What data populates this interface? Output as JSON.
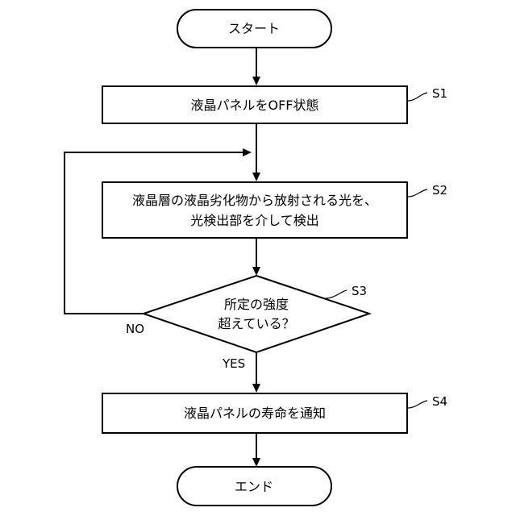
{
  "flowchart": {
    "start_label": "スタート",
    "end_label": "エンド",
    "steps": {
      "s1": {
        "id": "S1",
        "lines": [
          "液晶パネルをOFF状態"
        ]
      },
      "s2": {
        "id": "S2",
        "lines": [
          "液晶層の液晶劣化物から放射される光を、",
          "光検出部を介して検出"
        ]
      },
      "s3": {
        "id": "S3",
        "lines": [
          "所定の強度",
          "超えている？"
        ]
      },
      "s4": {
        "id": "S4",
        "lines": [
          "液晶パネルの寿命を通知"
        ]
      }
    },
    "branch_yes": "YES",
    "branch_no": "NO"
  }
}
